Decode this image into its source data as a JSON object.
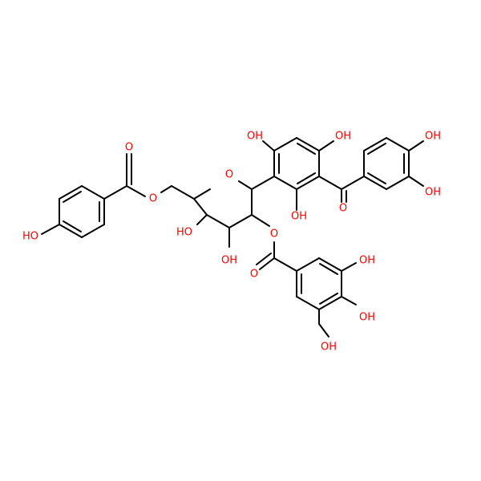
{
  "colors": {
    "background": "#ffffff",
    "bond": "#000000",
    "oxygen": "#ff0000"
  },
  "atoms": {
    "ring_oxygen": {
      "element": "O",
      "text": "O"
    },
    "ester_oxygen_pendant": {
      "element": "O",
      "text": "O"
    },
    "carbonyl_oxygen_benzoate": {
      "element": "O",
      "text": "O"
    },
    "hydroxyphenyl_oh": {
      "element": "O",
      "text": "HO"
    },
    "sugar_oh_c4": {
      "element": "O",
      "text": "HO"
    },
    "sugar_oh_c3": {
      "element": "O",
      "text": "OH"
    },
    "ester_oxygen_galloyl": {
      "element": "O",
      "text": "O"
    },
    "carbonyl_oxygen_galloyl": {
      "element": "O",
      "text": "O"
    },
    "galloyl_oh_top": {
      "element": "O",
      "text": "OH"
    },
    "galloyl_oh_mid": {
      "element": "O",
      "text": "OH"
    },
    "galloyl_oh_bottom": {
      "element": "O",
      "text": "OH"
    },
    "aryl_oh_left": {
      "element": "O",
      "text": "OH"
    },
    "aryl_oh_right": {
      "element": "O",
      "text": "OH"
    },
    "aryl_oh_bottom": {
      "element": "O",
      "text": "OH"
    },
    "ketone_oxygen": {
      "element": "O",
      "text": "O"
    },
    "catechol_oh_top": {
      "element": "O",
      "text": "OH"
    },
    "catechol_oh_bottom": {
      "element": "O",
      "text": "OH"
    }
  }
}
